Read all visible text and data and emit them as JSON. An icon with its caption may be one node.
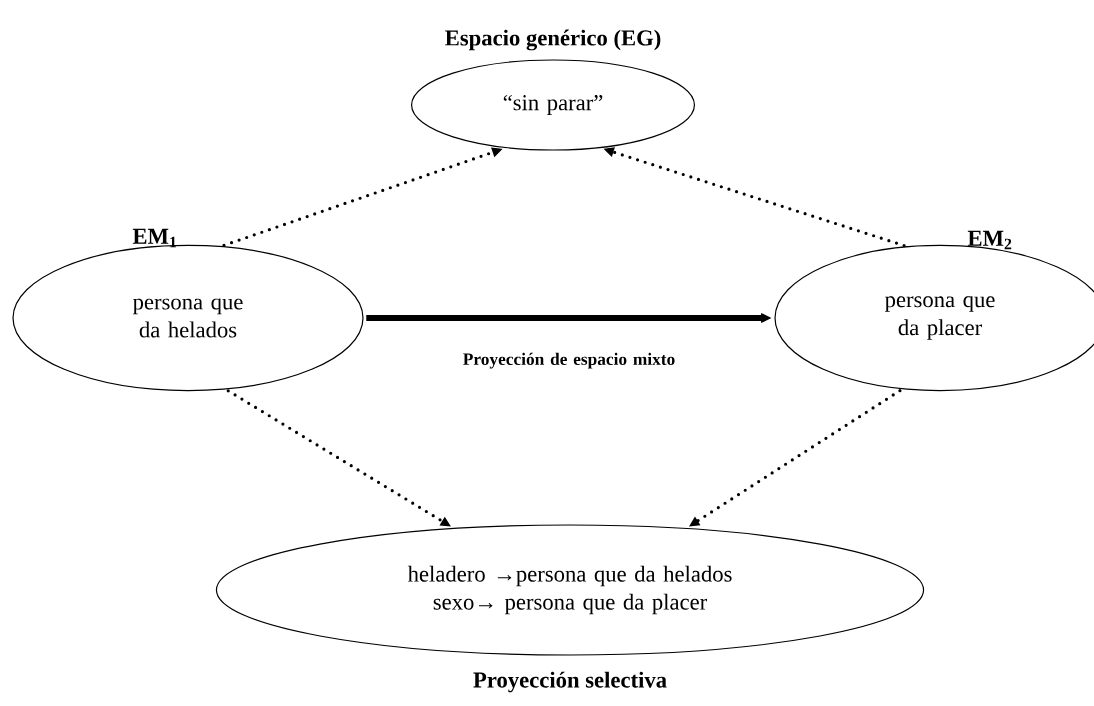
{
  "diagram": {
    "nodes": [
      {
        "text": [
          "Espacio genérico (EG)",
          "“sin parar”"
        ]
      },
      {
        "text": [
          "EM$_{1}$",
          "persona que da helados"
        ]
      },
      {
        "text": [
          "EM$_{2}$",
          "persona que da placer"
        ]
      },
      {
        "text": [
          "heladero →persona que da helados",
          "sexo→ persona que da placer",
          "Proyección selectiva"
        ]
      }
    ],
    "edges": [
      {
        "from": 1,
        "to": 0,
        "arrow": "to",
        "style": "dashed"
      },
      {
        "from": 2,
        "to": 0,
        "arrow": "to",
        "style": "dashed"
      },
      {
        "from": 1,
        "to": 2,
        "arrow": "to",
        "style": "thick",
        "label": "Proyección de espacio mixto"
      },
      {
        "from": 1,
        "to": 3,
        "arrow": "to",
        "style": "dashed"
      },
      {
        "from": 2,
        "to": 3,
        "arrow": "to",
        "style": "dashed"
      }
    ]
  }
}
